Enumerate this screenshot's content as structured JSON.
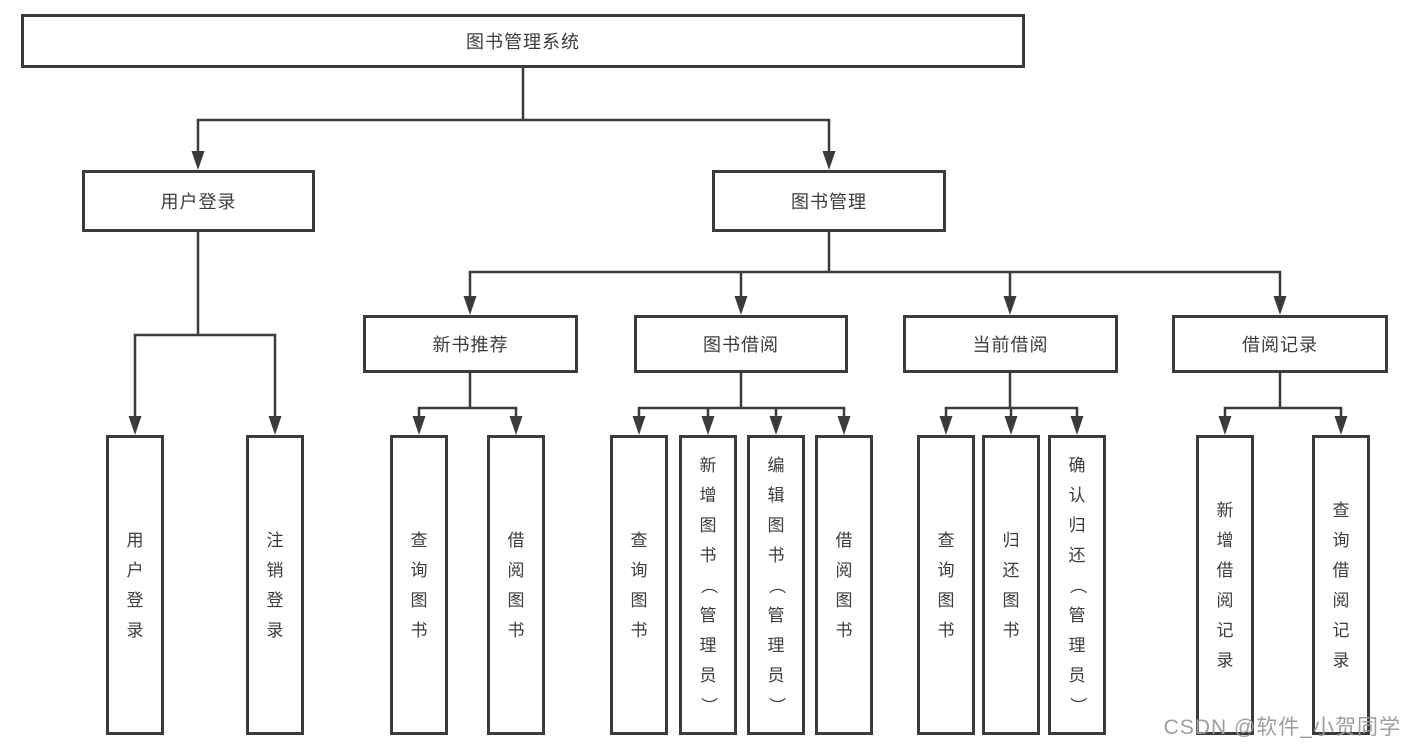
{
  "diagram": {
    "type": "hierarchy-tree",
    "root": {
      "label": "图书管理系统"
    },
    "level2": [
      {
        "id": "user-login",
        "label": "用户登录"
      },
      {
        "id": "book-management",
        "label": "图书管理"
      }
    ],
    "level3": [
      {
        "id": "new-book-recommend",
        "label": "新书推荐",
        "parent": "图书管理"
      },
      {
        "id": "book-borrow",
        "label": "图书借阅",
        "parent": "图书管理"
      },
      {
        "id": "current-borrow",
        "label": "当前借阅",
        "parent": "图书管理"
      },
      {
        "id": "borrow-records",
        "label": "借阅记录",
        "parent": "图书管理"
      }
    ],
    "leaves": [
      {
        "label": "用户登录",
        "parent": "用户登录"
      },
      {
        "label": "注销登录",
        "parent": "用户登录"
      },
      {
        "label": "查询图书",
        "parent": "新书推荐"
      },
      {
        "label": "借阅图书",
        "parent": "新书推荐"
      },
      {
        "label": "查询图书",
        "parent": "图书借阅"
      },
      {
        "label": "新增图书（管理员）",
        "parent": "图书借阅"
      },
      {
        "label": "编辑图书（管理员）",
        "parent": "图书借阅"
      },
      {
        "label": "借阅图书",
        "parent": "图书借阅"
      },
      {
        "label": "查询图书",
        "parent": "当前借阅"
      },
      {
        "label": "归还图书",
        "parent": "当前借阅"
      },
      {
        "label": "确认归还（管理员）",
        "parent": "当前借阅"
      },
      {
        "label": "新增借阅记录",
        "parent": "借阅记录"
      },
      {
        "label": "查询借阅记录",
        "parent": "借阅记录"
      }
    ]
  },
  "watermark": {
    "text": "CSDN @软件_小贺同学"
  },
  "colors": {
    "line": "#3b3b3b",
    "box_border": "#3b3b3b",
    "text": "#3c3c3c",
    "watermark": "#9e9e9e",
    "background": "#ffffff"
  }
}
